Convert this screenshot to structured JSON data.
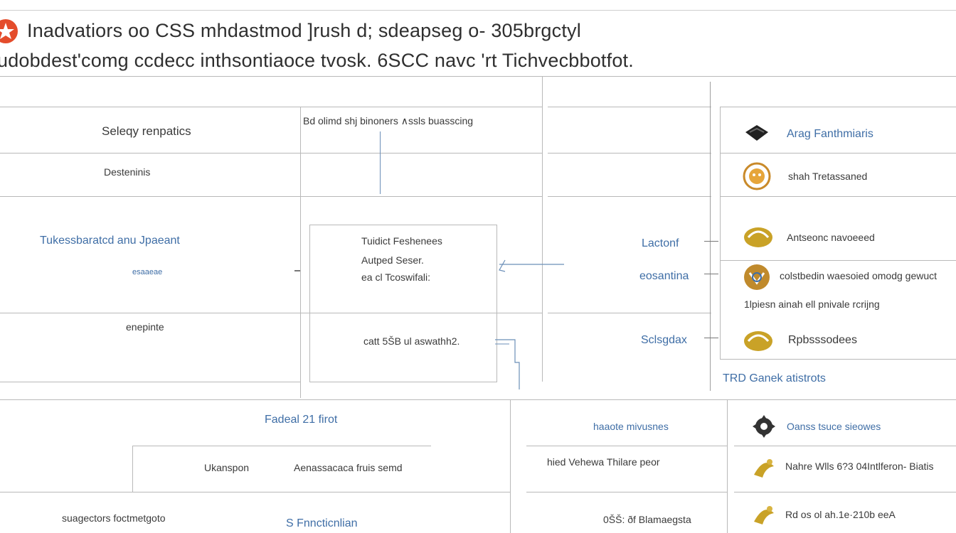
{
  "header": {
    "title_line1": "Inadvatiors oo CSS mhdastmod ]rush d; sdeapseg o- 305brgctyl",
    "title_line2": "udobdest'comg ccdecc inthsontiaoce tvosk. 6SCC navc 'rt Tichvecbbotfot."
  },
  "left_table": {
    "rows": [
      "Seleqy renpatics",
      "Desteninis",
      "Tukessbaratcd anu Jpaeant",
      "esaaeae",
      "enepinte"
    ]
  },
  "middle_table": {
    "header": "Bd olimd shj binoners ∧ssls buasscing",
    "inner_box": [
      "Tuidict Feshenees",
      "Autped Seser.",
      "ea cl Tcoswifali:"
    ],
    "cell_bottom": "catt 5ŠB ul aswathh2."
  },
  "labels_right": {
    "item1": "Lactonf",
    "item2": "eosantina",
    "item3": "Sclsgdax"
  },
  "icon_list": {
    "items": [
      {
        "icon": "hat-icon",
        "label": "Arag Fanthmiaris"
      },
      {
        "icon": "face-badge-icon",
        "label": "shah Tretassaned"
      },
      {
        "icon": "gold-swirl-icon",
        "label": "Antseonc navoeeed"
      },
      {
        "icon": "emblem-icon",
        "label": "colstbedin waesoied omodg gewuct",
        "sub": "1lpiesn ainah ell pnivale rcrijng"
      },
      {
        "icon": "gold-swirl-icon",
        "label": "Rpbsssodees"
      }
    ],
    "footer": "TRD Ganek atistrots"
  },
  "bottom": {
    "center_title": "Fadeal 21 firot",
    "row1_left": "Ukanspon",
    "row1_mid": "Aenassacaca fruis semd",
    "row2_left": "suagectors foctmetgoto",
    "row2_mid": "S Fnncticnlian",
    "right_col_header": "haaote mivusnes",
    "right_row1": "hied Vehewa Thilare peor",
    "right_row2": "0ŠŠ: ðf Blamaegsta",
    "icon_items": [
      {
        "icon": "gear-leaf-icon",
        "label": "Oanss tsuce sieowes"
      },
      {
        "icon": "flourish-icon",
        "label": "Nahre Wlls 6?3 04Intlferon- Biatis"
      },
      {
        "icon": "flourish-icon",
        "label": "Rd os ol ah.1e·210b eeA"
      }
    ]
  },
  "colors": {
    "accent_gold": "#c9a227",
    "text_blue": "#3f6ea6",
    "logo_red": "#e44c2b"
  }
}
